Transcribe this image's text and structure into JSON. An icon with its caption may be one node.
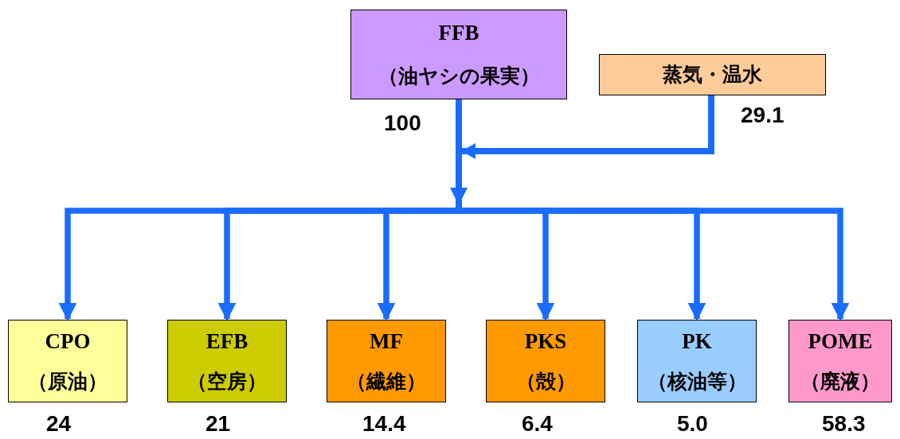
{
  "diagram": {
    "nodes": [
      {
        "text": [
          "FFB",
          "（油ヤシの果実）"
        ],
        "beside": [
          "100"
        ]
      },
      {
        "text": [
          "蒸気・温水"
        ],
        "beside": [
          "29.1"
        ]
      },
      {
        "text": [
          "CPO",
          "（原油）"
        ],
        "beside": [
          "24"
        ]
      },
      {
        "text": [
          "EFB",
          "（空房）"
        ],
        "beside": [
          "21"
        ]
      },
      {
        "text": [
          "MF",
          "（繊維）"
        ],
        "beside": [
          "14.4"
        ]
      },
      {
        "text": [
          "PKS",
          "（殻）"
        ],
        "beside": [
          "6.4"
        ]
      },
      {
        "text": [
          "PK",
          "（核油等）"
        ],
        "beside": [
          "5.0"
        ]
      },
      {
        "text": [
          "POME",
          "（廃液）"
        ],
        "beside": [
          "58.3"
        ]
      }
    ],
    "edges": [
      {
        "from": 0,
        "to": 2,
        "arrow": "to"
      },
      {
        "from": 0,
        "to": 3,
        "arrow": "to"
      },
      {
        "from": 0,
        "to": 4,
        "arrow": "to"
      },
      {
        "from": 0,
        "to": 5,
        "arrow": "to"
      },
      {
        "from": 0,
        "to": 6,
        "arrow": "to"
      },
      {
        "from": 0,
        "to": 7,
        "arrow": "to"
      },
      {
        "from": 1,
        "to": 2,
        "arrow": "to"
      },
      {
        "from": 1,
        "to": 3,
        "arrow": "to"
      },
      {
        "from": 1,
        "to": 4,
        "arrow": "to"
      },
      {
        "from": 1,
        "to": 5,
        "arrow": "to"
      },
      {
        "from": 1,
        "to": 6,
        "arrow": "to"
      },
      {
        "from": 1,
        "to": 7,
        "arrow": "to"
      }
    ]
  }
}
